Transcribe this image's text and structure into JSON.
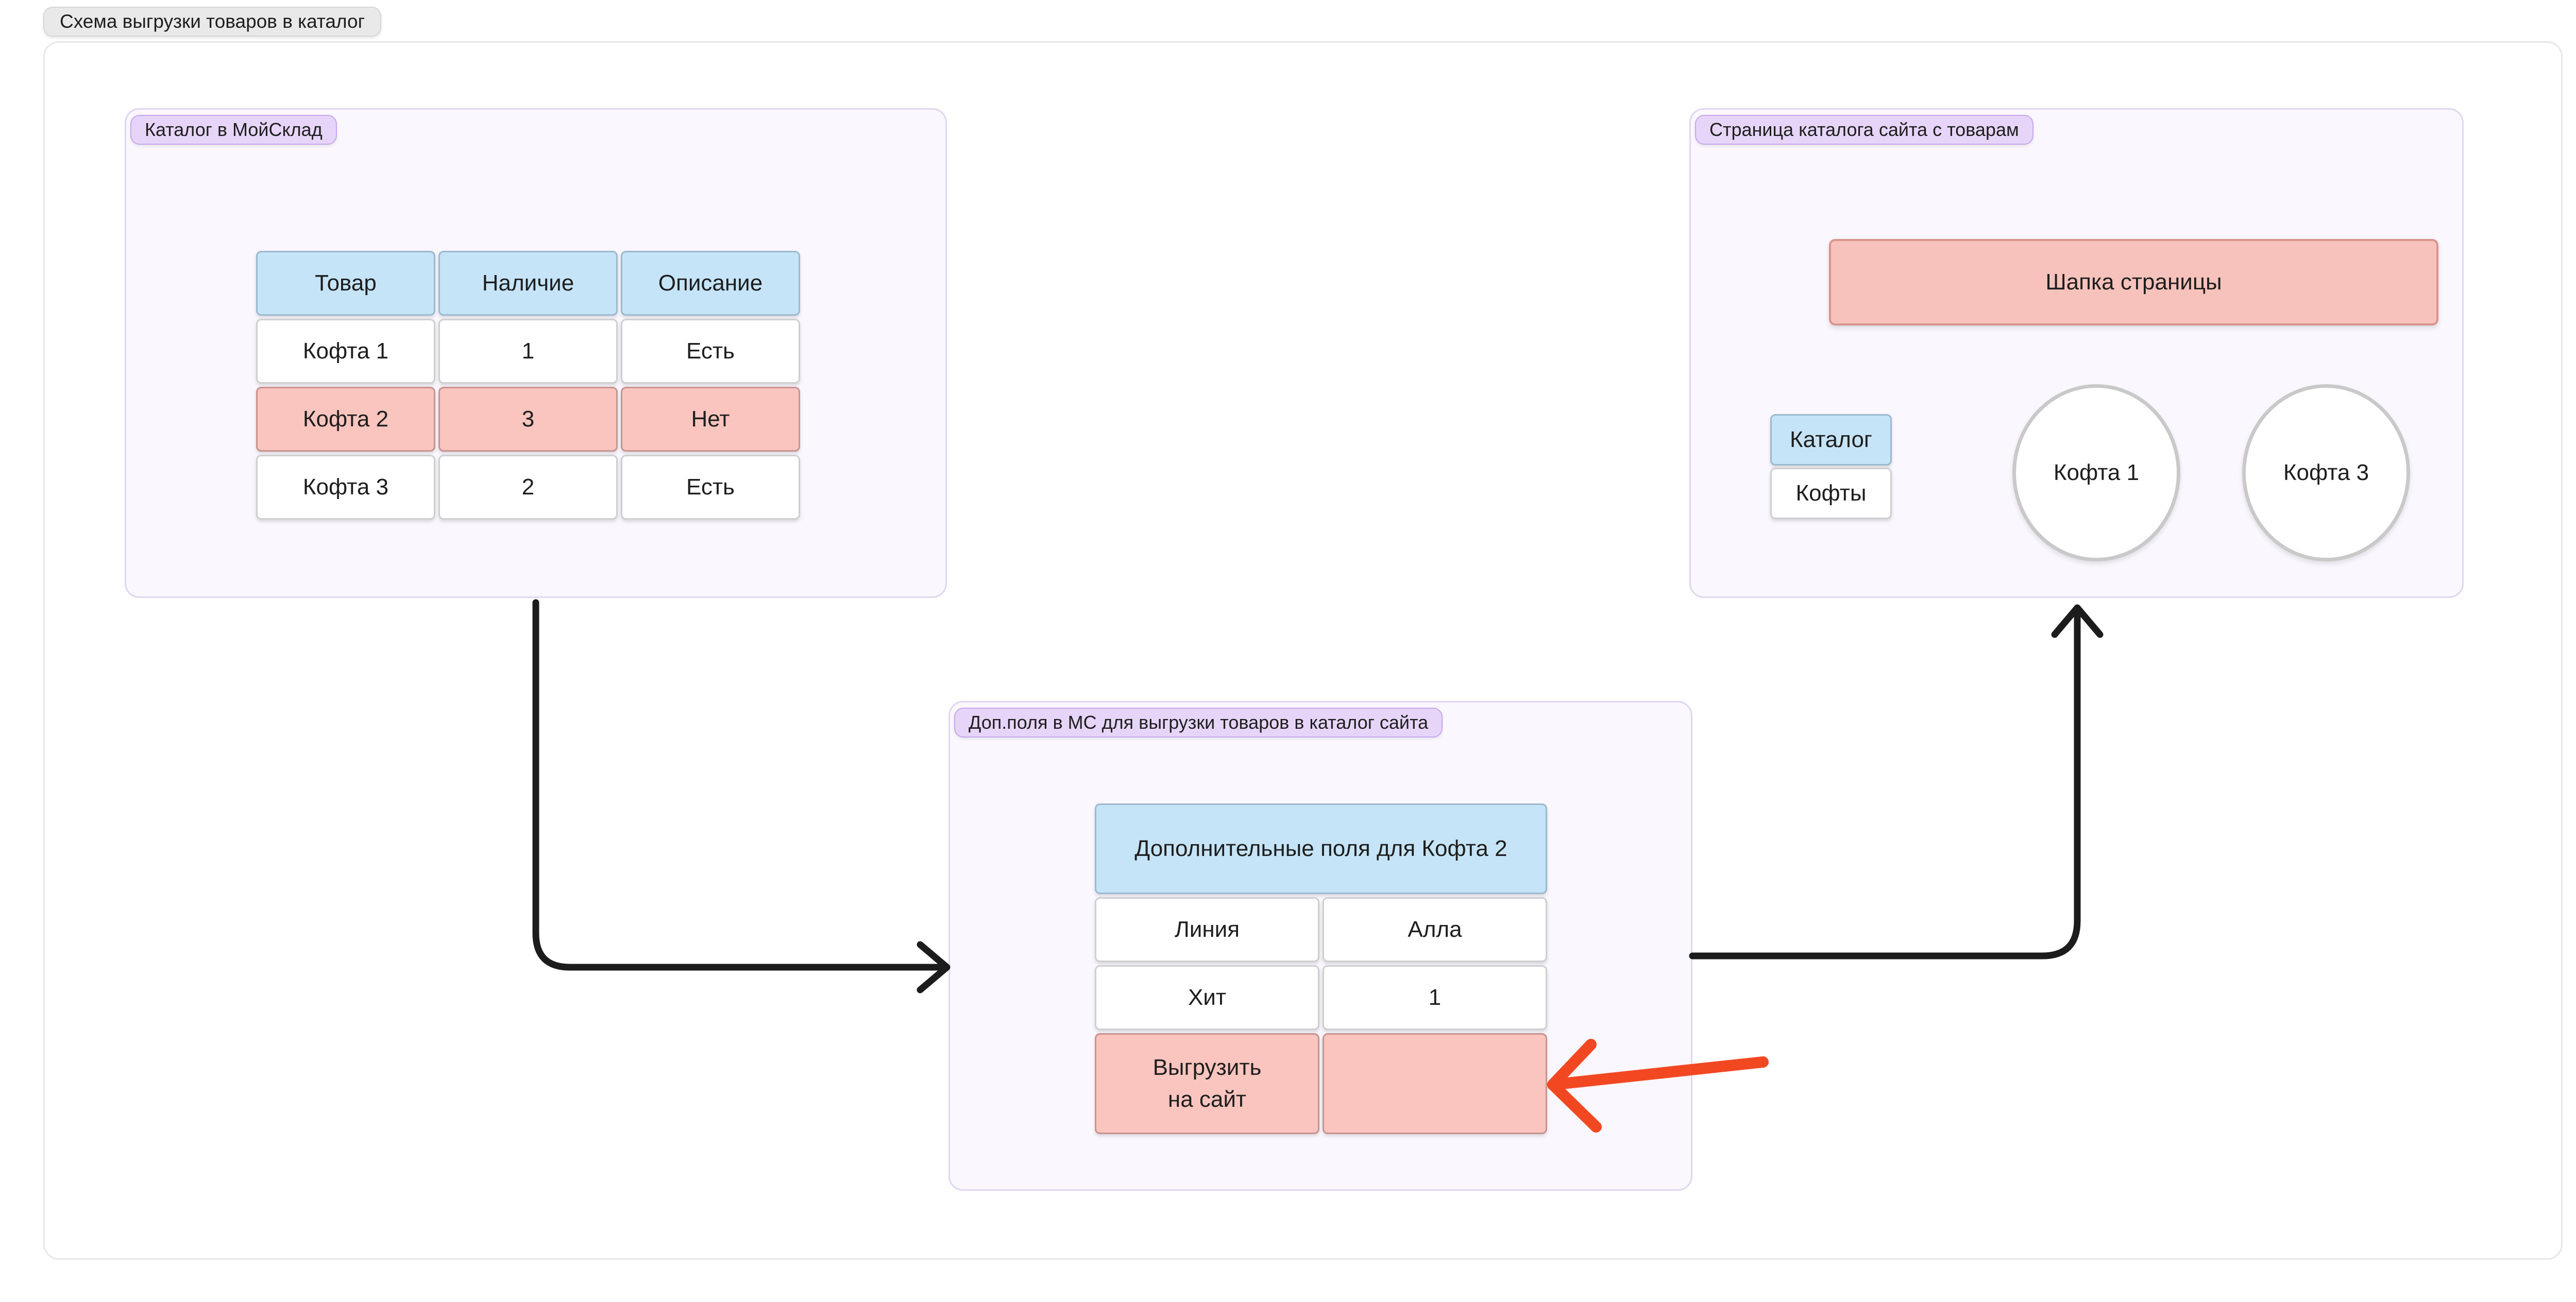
{
  "section_tab": "Схема выгрузки товаров в каталог",
  "colors": {
    "box_fill": "#faf7fe",
    "box_border": "#e0d6f1",
    "label_pill_fill": "#e7d5f9",
    "label_pill_border": "#c7a7ee",
    "blue_cell_fill": "#c6e4f8",
    "blue_cell_border": "#9cbacf",
    "pink_cell_fill": "#f9c5be",
    "pink_cell_border": "#c9948f",
    "connector_black": "#1c1c1c",
    "marker_red": "#f24822"
  },
  "boxes": {
    "catalog_ms": {
      "label": "Каталог в МойСклад",
      "table": {
        "headers": [
          "Товар",
          "Наличие",
          "Описание"
        ],
        "rows": [
          {
            "cells": [
              "Кофта 1",
              "1",
              "Есть"
            ]
          },
          {
            "cells": [
              "Кофта 2",
              "3",
              "Нет"
            ]
          },
          {
            "cells": [
              "Кофта 3",
              "2",
              "Есть"
            ]
          }
        ]
      }
    },
    "extra_fields": {
      "label": "Доп.поля в МС для выгрузки товаров в каталог сайта",
      "table": {
        "header": "Дополнительные поля для Кофта 2",
        "rows": [
          {
            "cells": [
              "Линия",
              "Алла"
            ]
          },
          {
            "cells": [
              "Хит",
              "1"
            ]
          },
          {
            "cells": [
              "Выгрузить\nна сайт",
              ""
            ]
          }
        ]
      }
    },
    "site_page": {
      "label": "Страница каталога сайта с товарам",
      "page_header": "Шапка страницы",
      "menu": [
        "Каталог",
        "Кофты"
      ],
      "products": [
        "Кофта 1",
        "Кофта 3"
      ]
    }
  }
}
